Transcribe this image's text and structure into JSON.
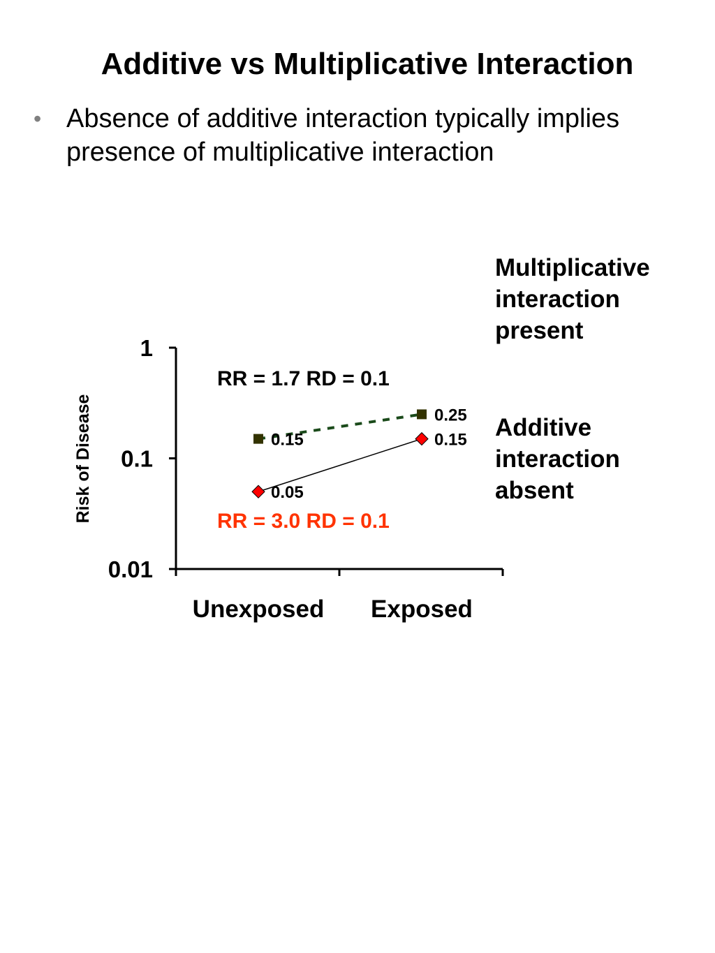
{
  "slide": {
    "title": "Additive vs Multiplicative Interaction",
    "bullet_text": "Absence of additive interaction typically implies presence of multiplicative interaction"
  },
  "labels": {
    "multiplicative": [
      "Multiplicative",
      "interaction",
      "present"
    ],
    "additive": [
      "Additive",
      "interaction",
      "absent"
    ]
  },
  "chart_data": {
    "type": "line",
    "ylabel": "Risk of Disease",
    "yscale": "log",
    "ylim": [
      0.01,
      1
    ],
    "yticks": [
      "1",
      "0.1",
      "0.01"
    ],
    "yticks_values": [
      1,
      0.1,
      0.01
    ],
    "categories": [
      "Unexposed",
      "Exposed"
    ],
    "series": [
      {
        "values": [
          0.15,
          0.25
        ],
        "value_labels": [
          "0.15",
          "0.25"
        ],
        "color": "#1a4a1a",
        "marker_color": "#333300",
        "marker": "square",
        "line_style": "dashed"
      },
      {
        "values": [
          0.05,
          0.15
        ],
        "value_labels": [
          "0.05",
          "0.15"
        ],
        "color": "#000000",
        "marker_color": "#ff0000",
        "marker": "diamond",
        "line_style": "solid"
      }
    ],
    "annotations": [
      {
        "text": "RR = 1.7  RD = 0.1",
        "color": "#000000"
      },
      {
        "text": "RR = 3.0   RD = 0.1",
        "color": "#ff3300"
      }
    ]
  }
}
